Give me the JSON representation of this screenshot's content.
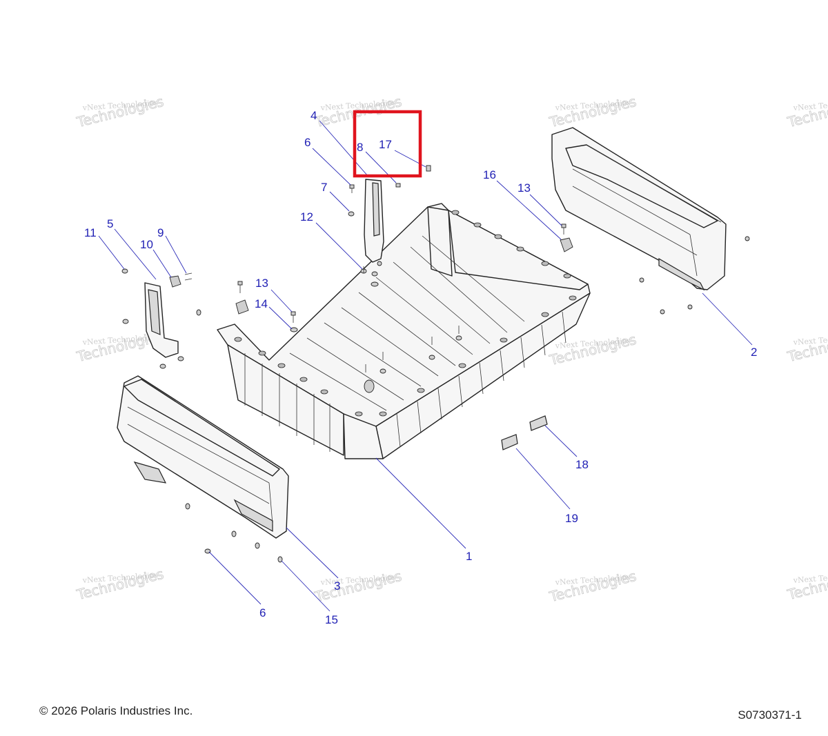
{
  "footer": {
    "copyright": "© 2026 Polaris Industries Inc.",
    "drawing_number": "S0730371-1"
  },
  "watermark": {
    "line1": "vNext Technologies",
    "line2": "vNext",
    "line3": "Technologies"
  },
  "highlight_color": "#e0141e",
  "callout_color": "#1f1fb4",
  "callouts": [
    {
      "id": "1",
      "label": "1"
    },
    {
      "id": "2",
      "label": "2"
    },
    {
      "id": "3",
      "label": "3"
    },
    {
      "id": "4",
      "label": "4"
    },
    {
      "id": "5",
      "label": "5"
    },
    {
      "id": "6a",
      "label": "6"
    },
    {
      "id": "6b",
      "label": "6"
    },
    {
      "id": "7",
      "label": "7"
    },
    {
      "id": "8",
      "label": "8"
    },
    {
      "id": "9",
      "label": "9"
    },
    {
      "id": "10",
      "label": "10"
    },
    {
      "id": "11",
      "label": "11"
    },
    {
      "id": "12",
      "label": "12"
    },
    {
      "id": "13a",
      "label": "13"
    },
    {
      "id": "13b",
      "label": "13"
    },
    {
      "id": "14",
      "label": "14"
    },
    {
      "id": "15",
      "label": "15"
    },
    {
      "id": "16",
      "label": "16"
    },
    {
      "id": "17",
      "label": "17"
    },
    {
      "id": "18",
      "label": "18"
    },
    {
      "id": "19",
      "label": "19"
    }
  ]
}
